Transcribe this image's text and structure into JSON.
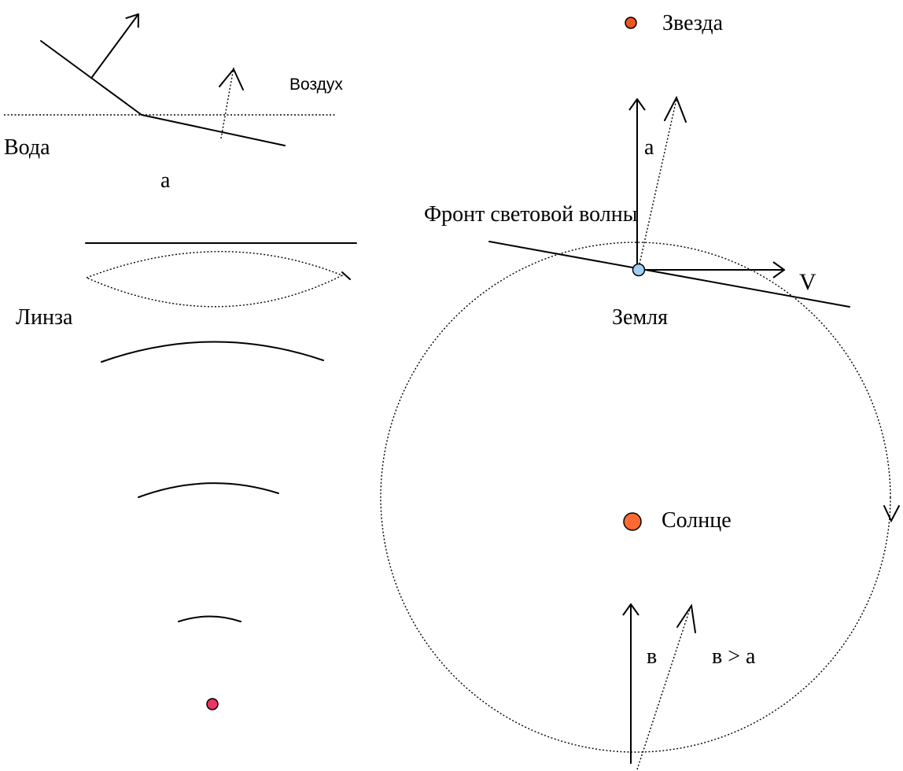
{
  "labels": {
    "air": "Воздух",
    "water": "Вода",
    "angle_a_left": "а",
    "lens": "Линза",
    "star": "Звезда",
    "angle_a_right": "а",
    "wavefront": "Фронт световой волны",
    "velocity": "V",
    "earth": "Земля",
    "sun": "Солнце",
    "angle_b": "в",
    "comparison": "в > а"
  },
  "colors": {
    "star": "#ee5522",
    "sun": "#ff6a33",
    "earth": "#9fcff2",
    "source_point": "#ee3366"
  }
}
